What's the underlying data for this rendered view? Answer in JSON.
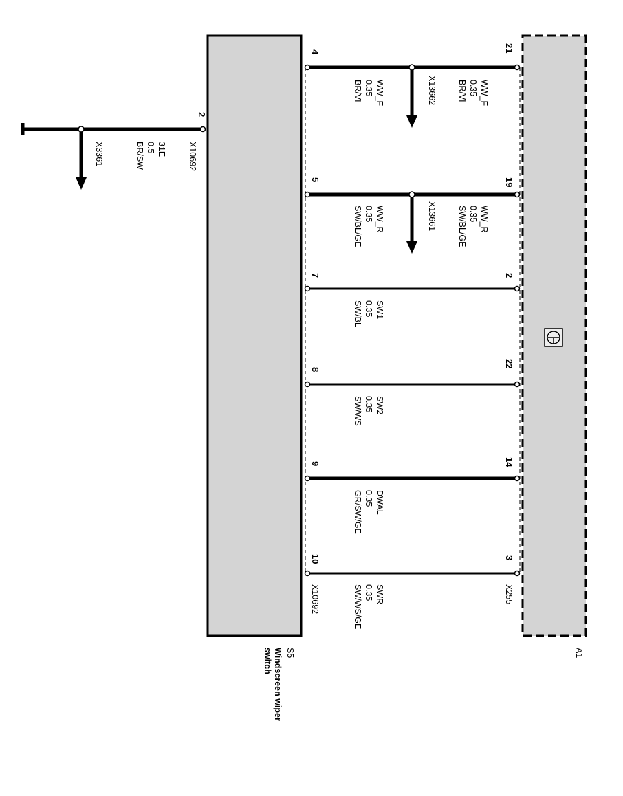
{
  "module_a1": {
    "id": "A1",
    "connector": "X255"
  },
  "switch_s5": {
    "id": "S5",
    "name_line1": "Windscreen wiper",
    "name_line2": "switch",
    "connector": "X10692"
  },
  "wires": [
    {
      "a1_pin": "21",
      "s5_pin": "4",
      "name": "WW_F",
      "size": "0.35",
      "color": "BR/VI",
      "s5_name": "WW_F",
      "s5_size": "0.35",
      "s5_color": "BR/VI",
      "splice": "X13662"
    },
    {
      "a1_pin": "19",
      "s5_pin": "5",
      "name": "WW_R",
      "size": "0.35",
      "color": "SW/BL/GE",
      "s5_name": "WW_R",
      "s5_size": "0.35",
      "s5_color": "SW/BL/GE",
      "splice": "X13661"
    },
    {
      "a1_pin": "2",
      "s5_pin": "7",
      "s5_name": "SW1",
      "s5_size": "0.35",
      "s5_color": "SW/BL"
    },
    {
      "a1_pin": "22",
      "s5_pin": "8",
      "s5_name": "SW2",
      "s5_size": "0.35",
      "s5_color": "SW/WS"
    },
    {
      "a1_pin": "14",
      "s5_pin": "9",
      "s5_name": "DWAL",
      "s5_size": "0.35",
      "s5_color": "GR/SW/GE"
    },
    {
      "a1_pin": "3",
      "s5_pin": "10",
      "s5_name": "SWR",
      "s5_size": "0.35",
      "s5_color": "SW/WS/GE"
    }
  ],
  "ground_wire": {
    "s5_pin": "2",
    "connector": "X10692",
    "name": "31E",
    "size": "0.5",
    "color": "BR/SW",
    "splice": "X3361"
  },
  "icons": {
    "module_symbol": "steering-wheel-icon",
    "ground": "ground-icon",
    "continuation": "arrow-down-icon"
  },
  "colors": {
    "component_fill": "#d4d4d4",
    "line": "#000000"
  }
}
